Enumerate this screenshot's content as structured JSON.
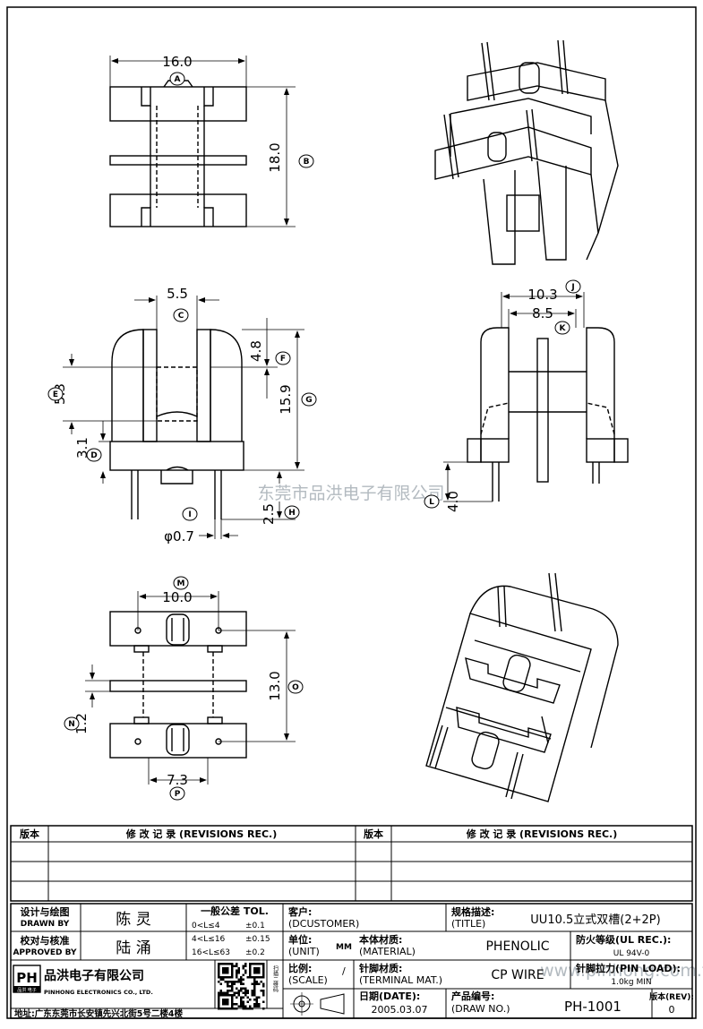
{
  "watermark": "东莞市品洪电子有限公司",
  "watermark_url": "www.pinhong.com.tw",
  "dims": {
    "d_a": "16.0",
    "d_b": "18.0",
    "d_c": "5.5",
    "d_d": "3.1",
    "d_e": "5.3",
    "d_f": "4.8",
    "d_g": "15.9",
    "d_h": "2.5",
    "d_i": "φ0.7",
    "d_j": "10.3",
    "d_k": "8.5",
    "d_l": "4.0",
    "d_m": "10.0",
    "d_n": "1.2",
    "d_o": "13.0",
    "d_p": "7.3"
  },
  "labels": [
    "A",
    "B",
    "C",
    "D",
    "E",
    "F",
    "G",
    "H",
    "I",
    "J",
    "K",
    "L",
    "M",
    "N",
    "O",
    "P"
  ],
  "revisions": {
    "col_ver": "版本",
    "col_rec": "修 改 记 录 (REVISIONS REC.)"
  },
  "title_block": {
    "drawn_cn": "设计与绘图",
    "drawn_en": "DRAWN BY",
    "drawn_name": "陈 灵",
    "approved_cn": "校对与核准",
    "approved_en": "APPROVED BY",
    "approved_name": "陆 涌",
    "tol_title": "一般公差 TOL.",
    "tol_rows": [
      {
        "range": "0<L≤4",
        "tol": "±0.1"
      },
      {
        "range": "4<L≤16",
        "tol": "±0.15"
      },
      {
        "range": "16<L≤63",
        "tol": "±0.2"
      }
    ],
    "customer_cn": "客户:",
    "customer_en": "(DCUSTOMER)",
    "title_cn": "规格描述:",
    "title_en": "(TITLE)",
    "title_value": "UU10.5立式双槽(2+2P)",
    "unit_cn": "单位:",
    "unit_en": "(UNIT)",
    "unit_value": "MM",
    "material_cn": "本体材质:",
    "material_en": "(MATERIAL)",
    "material_value": "PHENOLIC",
    "ul_cn": "防火等级(UL REC.):",
    "ul_value": "UL 94V-0",
    "scale_cn": "比例:",
    "scale_en": "(SCALE)",
    "scale_value": "/",
    "terminal_cn": "针脚材质:",
    "terminal_en": "(TERMINAL MAT.)",
    "terminal_value": "CP WIRE",
    "pinload_cn": "针脚拉力(PIN LOAD):",
    "pinload_value": "1.0kg MIN",
    "date_cn": "日期(DATE):",
    "date_value": "2005.03.07",
    "drawno_cn": "产品编号:",
    "drawno_en": "(DRAW NO.)",
    "drawno_value": "PH-1001",
    "rev_cn": "版本(REV):",
    "rev_value": "0",
    "company_cn": "品洪电子有限公司",
    "company_en": "PINHONG ELECTRONICS CO., LTD.",
    "logo_text": "PH",
    "logo_sub": "品洪 电子",
    "qr_caption": "扫描二维码",
    "address": "地址:广东东莞市长安镇先兴北街5号二楼4楼"
  }
}
